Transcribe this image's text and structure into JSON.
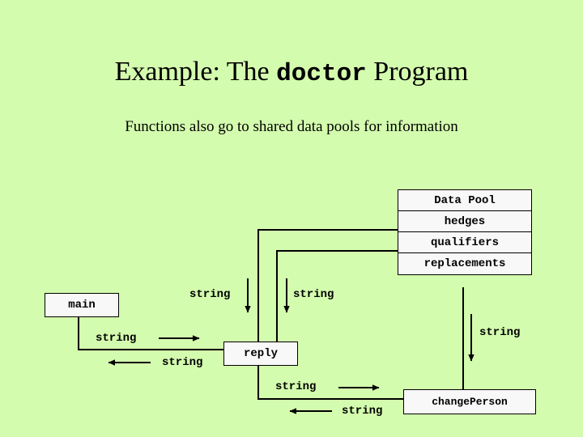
{
  "slide": {
    "background_color": "#d4fcae",
    "box_fill_color": "#f8f8f8",
    "line_color": "#000000",
    "title_prefix": "Example: The ",
    "title_mono": "doctor",
    "title_suffix": " Program",
    "subtitle": "Functions also go to shared data pools for information"
  },
  "data_pool": {
    "rows": [
      {
        "label": "Data Pool"
      },
      {
        "label": "hedges"
      },
      {
        "label": "qualifiers"
      },
      {
        "label": "replacements"
      }
    ]
  },
  "functions": {
    "main": "main",
    "reply": "reply",
    "change_person": "changePerson"
  },
  "edge_labels": {
    "pool_to_reply_left": "string",
    "pool_to_reply_right": "string",
    "main_to_reply": "string",
    "reply_to_main": "string",
    "pool_to_changeperson": "string",
    "reply_to_changeperson": "string",
    "changeperson_to_reply": "string"
  }
}
